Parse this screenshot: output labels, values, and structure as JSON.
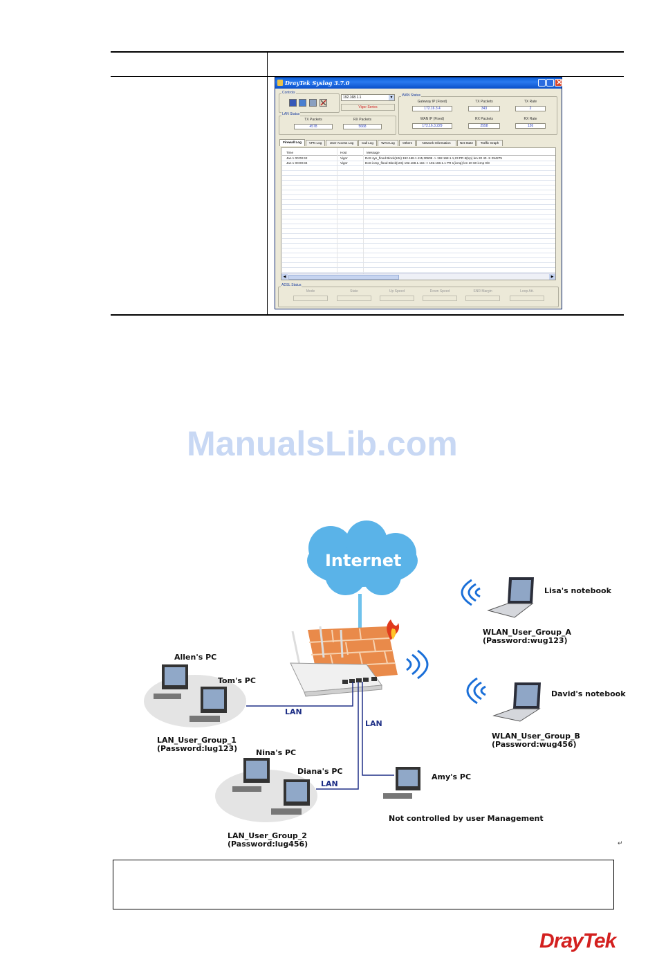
{
  "syslog": {
    "title": "DrayTek Syslog 3.7.0",
    "controls_label": "Controls",
    "ip_select": "192.168.1.1",
    "device_name": "Vigor Series",
    "lan_status": {
      "label": "LAN Status",
      "tx_label": "TX Packets",
      "tx_value": "4578",
      "rx_label": "RX Packets",
      "rx_value": "5668"
    },
    "wan_status": {
      "label": "WAN Status",
      "gateway_label": "Gateway IP (Fixed)",
      "gateway_value": "172.16.3.4",
      "tx_packets_label": "TX Packets",
      "tx_packets_value": "343",
      "tx_rate_label": "TX Rate",
      "tx_rate_value": "2",
      "wan_ip_label": "WAN IP (Fixed)",
      "wan_ip_value": "172.16.3.229",
      "rx_packets_label": "RX Packets",
      "rx_packets_value": "2558",
      "rx_rate_label": "RX Rate",
      "rx_rate_value": "126"
    },
    "tabs": [
      "Firewall Log",
      "VPN Log",
      "User Access Log",
      "Call Log",
      "WAN Log",
      "Others",
      "Network Information",
      "Net State",
      "Traffic Graph"
    ],
    "log_columns": [
      "Time",
      "Host",
      "Message"
    ],
    "log_rows": [
      {
        "time": "Jan 1 00:00:42",
        "host": "Vigor",
        "message": "DoS syn_flood Block(10s) 192.168.1.115,30609 -> 192.168.1.1,23 PR 6(tcp) len 20 40 -S 294275"
      },
      {
        "time": "Jan 1 00:00:34",
        "host": "Vigor",
        "message": "DoS icmp_flood Block(10s) 192.168.1.115 -> 192.168.1.1 PR 1(icmp) len 20 60 icmp 0/8"
      }
    ],
    "adsl_status": {
      "label": "ADSL Status",
      "fields": [
        "Mode",
        "State",
        "Up Speed",
        "Down Speed",
        "SNR Margin",
        "Loop Att."
      ]
    },
    "icons": [
      "save-icon",
      "open-icon",
      "print-icon",
      "tools-icon"
    ]
  },
  "watermark": "ManualsLib.com",
  "diagram": {
    "cloud": "Internet",
    "lisa": "Lisa's notebook",
    "wlan_a": "WLAN_User_Group_A",
    "wlan_a_pw": "(Password:wug123)",
    "david": "David's notebook",
    "wlan_b": "WLAN_User_Group_B",
    "wlan_b_pw": "(Password:wug456)",
    "allen": "Allen's PC",
    "tom": "Tom's PC",
    "lan1": "LAN_User_Group_1",
    "lan1_pw": "(Password:lug123)",
    "nina": "Nina's PC",
    "diana": "Diana's PC",
    "lan2": "LAN_User_Group_2",
    "lan2_pw": "(Password:lug456)",
    "amy": "Amy's PC",
    "not_controlled": "Not controlled by user Management",
    "lan_a": "LAN",
    "lan_b": "LAN",
    "lan_c": "LAN"
  },
  "logo": "DrayTek",
  "colors": {
    "accent": "#d3201f",
    "lan_line": "#1e2f86",
    "cloud": "#5ab3e8"
  }
}
